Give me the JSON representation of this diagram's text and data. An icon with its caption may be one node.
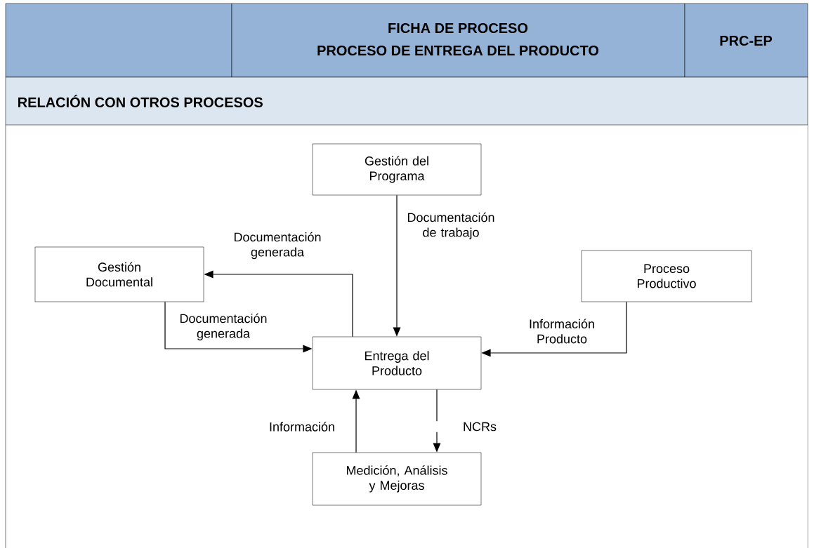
{
  "diagram": {
    "nodes": [
      {
        "text": [
          "Gestión del Programa"
        ]
      },
      {
        "text": [
          "Gestión Documental"
        ]
      },
      {
        "text": [
          "Proceso Productivo"
        ]
      },
      {
        "text": [
          "Entrega del Producto"
        ]
      },
      {
        "text": [
          "Medición, Análisis y Mejoras"
        ]
      }
    ],
    "edges": [
      {
        "from": 0,
        "to": 3,
        "arrow": "to",
        "label": "Documentación de trabajo"
      },
      {
        "from": 3,
        "to": 1,
        "arrow": "to",
        "label": "Documentación generada"
      },
      {
        "from": 1,
        "to": 3,
        "arrow": "to",
        "label": "Documentación generada"
      },
      {
        "from": 2,
        "to": 3,
        "arrow": "to",
        "label": "Información Producto"
      },
      {
        "from": 3,
        "to": 4,
        "arrow": "to",
        "label": "NCRs"
      },
      {
        "from": 4,
        "to": 3,
        "arrow": "to",
        "label": "Información"
      }
    ],
    "labels": [
      "FICHA DE PROCESO",
      "PROCESO DE ENTREGA DEL PRODUCTO",
      "PRC-EP",
      "RELACIÓN CON OTROS PROCESOS"
    ]
  }
}
